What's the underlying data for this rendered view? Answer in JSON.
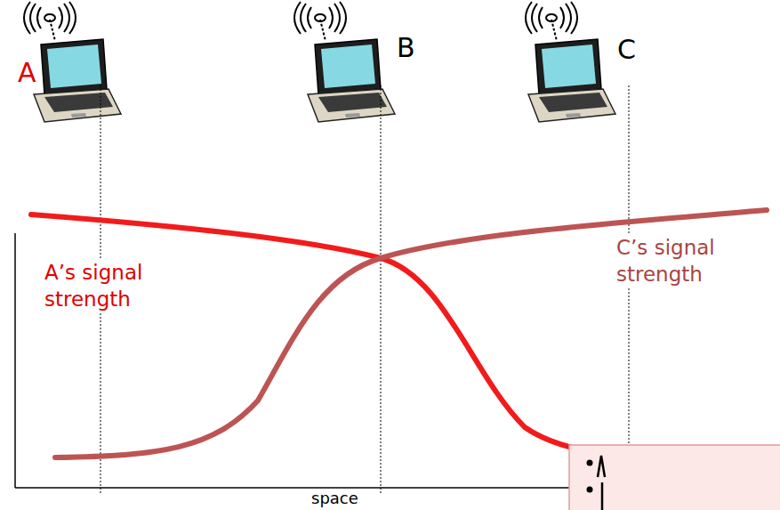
{
  "diagram": {
    "labels": [
      "A",
      "B",
      "C",
      "A’s signal strength",
      "C’s signal strength",
      "space"
    ]
  }
}
